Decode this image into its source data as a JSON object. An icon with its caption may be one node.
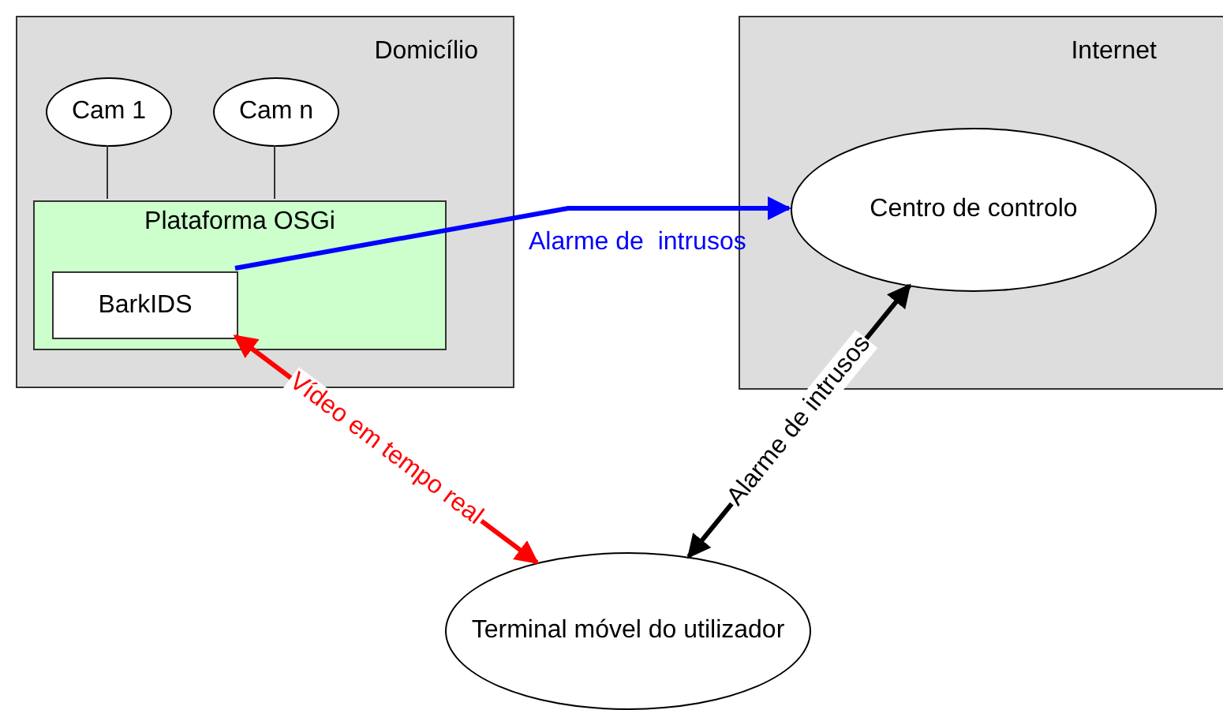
{
  "diagram": {
    "nodes": [
      {
        "text": [
          "Domicílio"
        ]
      },
      {
        "text": [
          "Cam 1"
        ],
        "in": 0
      },
      {
        "text": [
          "Cam n"
        ],
        "in": 0
      },
      {
        "text": [
          "Plataforma OSGi"
        ],
        "in": 0
      },
      {
        "text": [
          "BarkIDS"
        ],
        "in": 3
      },
      {
        "text": [
          "Internet"
        ]
      },
      {
        "text": [
          "Centro de controlo"
        ],
        "in": 5
      },
      {
        "text": [
          "Terminal móvel do utilizador"
        ]
      }
    ],
    "edges": [
      {
        "from": 1,
        "to": 3,
        "arrow": "none"
      },
      {
        "from": 2,
        "to": 3,
        "arrow": "none"
      },
      {
        "from": 4,
        "to": 6,
        "arrow": "to",
        "label": "Alarme de  intrusos",
        "color": "#0000ff"
      },
      {
        "from": 4,
        "to": 7,
        "arrow": "both",
        "label": "Vídeo em tempo real",
        "color": "#ff0000"
      },
      {
        "from": 6,
        "to": 7,
        "arrow": "both",
        "label": "Alarme de intrusos",
        "color": "#000000"
      }
    ]
  }
}
